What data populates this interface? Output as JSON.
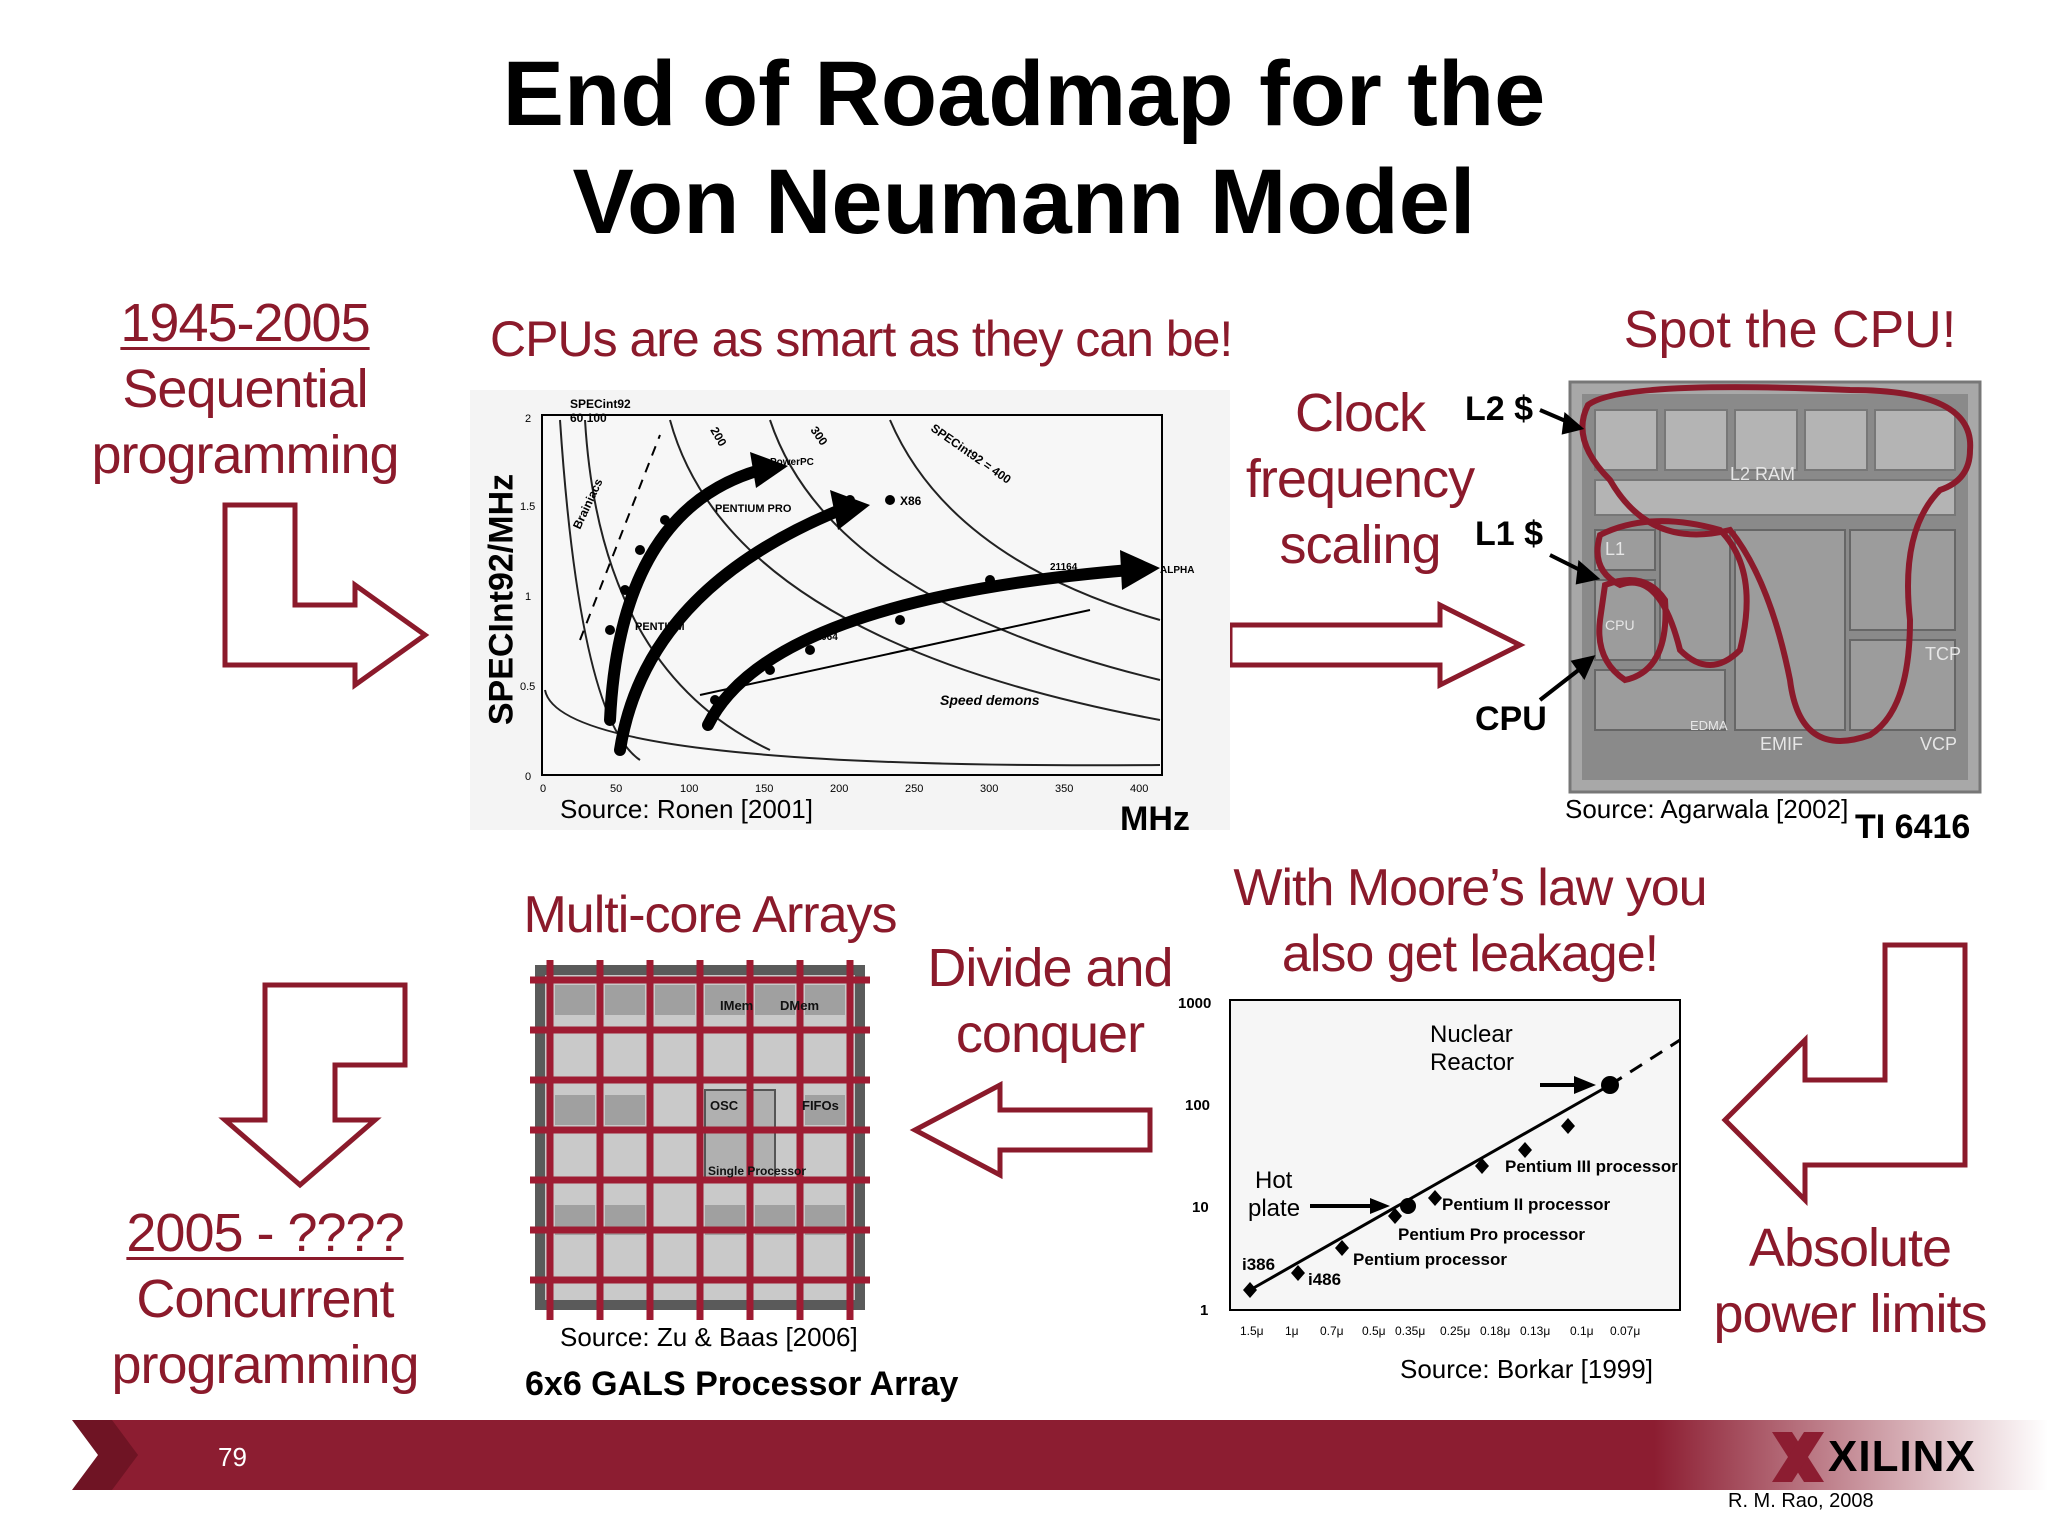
{
  "title": {
    "line1": "End of Roadmap for the",
    "line2": "Von Neumann Model"
  },
  "era1": {
    "years": "1945-2005",
    "line1": "Sequential",
    "line2": "programming"
  },
  "era2": {
    "years": "2005 - ????",
    "line1": "Concurrent",
    "line2": "programming"
  },
  "cpu_panel": {
    "heading": "CPUs are as smart as they can be!",
    "ylabel": "SPECInt92/MHz",
    "xlabel": "MHz",
    "source": "Source: Ronen [2001]",
    "x_ticks": [
      "0",
      "50",
      "100",
      "150",
      "200",
      "250",
      "300",
      "350",
      "400"
    ],
    "y_ticks": [
      "0",
      "0.5",
      "1",
      "1.5",
      "2"
    ],
    "iso_labels": [
      "SPECint92",
      "60  100",
      "200",
      "300",
      "SPECint92 = 400"
    ],
    "series_labels": [
      "Brainiacs",
      "PowerPC",
      "PENTIUM PRO",
      "X86",
      "PENTIUM",
      "21064",
      "21164",
      "ALPHA",
      "Speed demons"
    ]
  },
  "clock": {
    "line1": "Clock",
    "line2": "frequency",
    "line3": "scaling"
  },
  "chip_panel": {
    "heading": "Spot the CPU!",
    "l2": "L2 $",
    "l1": "L1 $",
    "cpu": "CPU",
    "die_labels": [
      "L2 RAM",
      "L1",
      "CPU",
      "EMIF",
      "TCP",
      "VCP",
      "EDMA"
    ],
    "source": "Source: Agarwala [2002]",
    "caption": "TI 6416"
  },
  "moore_panel": {
    "heading_line1": "With Moore’s law you",
    "heading_line2": "also get leakage!",
    "y_ticks": [
      "1000",
      "100",
      "10",
      "1"
    ],
    "x_ticks": [
      "1.5μ",
      "1μ",
      "0.7μ",
      "0.5μ",
      "0.35μ",
      "0.25μ",
      "0.18μ",
      "0.13μ",
      "0.1μ",
      "0.07μ"
    ],
    "annotation_reactor_line1": "Nuclear",
    "annotation_reactor_line2": "Reactor",
    "annotation_hot_line1": "Hot",
    "annotation_hot_line2": "plate",
    "processors": [
      "Pentium III processor",
      "Pentium II processor",
      "Pentium Pro processor",
      "Pentium processor",
      "i386",
      "i486"
    ],
    "source": "Source: Borkar [1999]"
  },
  "power": {
    "line1": "Absolute",
    "line2": "power limits"
  },
  "divide": {
    "line1": "Divide and",
    "line2": "conquer"
  },
  "array_panel": {
    "heading": "Multi-core Arrays",
    "die_labels": [
      "IMem",
      "DMem",
      "OSC",
      "FIFOs",
      "Single Processor"
    ],
    "source": "Source: Zu & Baas [2006]",
    "caption": "6x6 GALS Processor Array"
  },
  "footer": {
    "page": "79",
    "brand": "XILINX",
    "author": "R. M. Rao, 2008"
  },
  "colors": {
    "accent": "#8b1a2b",
    "band": "#8c1d31"
  }
}
